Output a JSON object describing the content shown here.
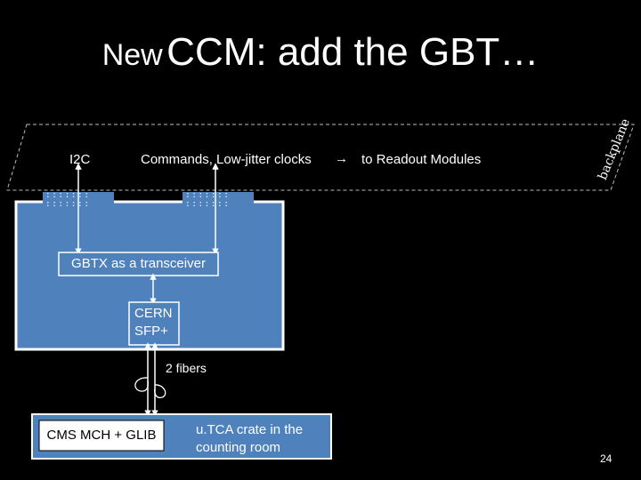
{
  "slide": {
    "title_part1": "New",
    "title_part2": "CCM: add the GBT…",
    "page_number": "24"
  },
  "diagram": {
    "backplane_label": "backplane",
    "i2c_label": "I2C",
    "commands_label": "Commands, Low-jitter clocks",
    "readout_label": "to Readout Modules",
    "gbtx_label": "GBTX as a transceiver",
    "sfp_line1": "CERN",
    "sfp_line2": "SFP+",
    "fibers_label": "2 fibers",
    "mch_label": "CMS MCH + GLIB",
    "crate_line1": "u.TCA crate in the",
    "crate_line2": "counting room",
    "connector_left": ": : : : : : :\n: : : : : : :",
    "connector_right": ": : : : : : :\n: : : : : : :",
    "colors": {
      "board_fill": "#4f81bd",
      "board_border": "#ffffff",
      "background": "#000000"
    }
  }
}
